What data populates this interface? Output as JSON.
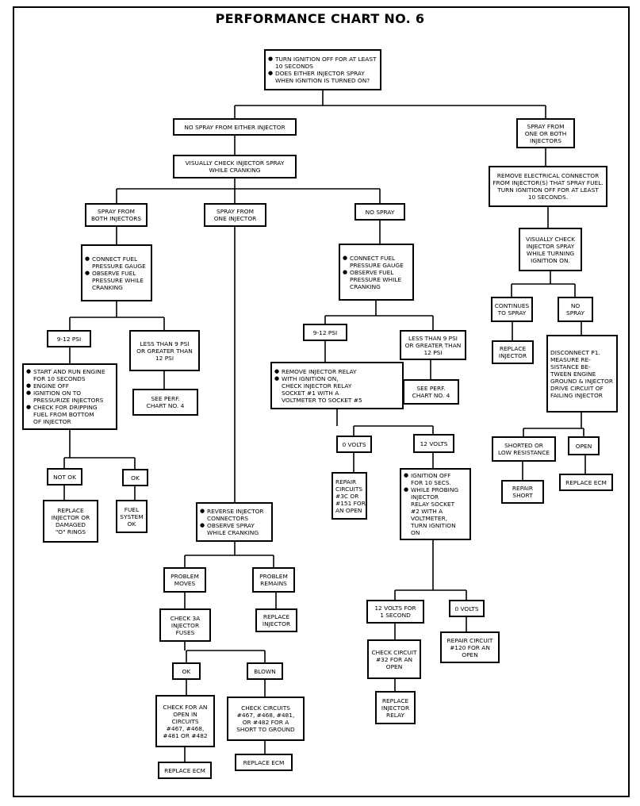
{
  "title": "PERFORMANCE CHART NO. 6",
  "nodes": {
    "start": {
      "bullets": [
        [
          "TURN IGNITION OFF FOR AT LEAST",
          "10 SECONDS"
        ],
        [
          "DOES EITHER INJECTOR SPRAY",
          "WHEN IGNITION IS TURNED ON?"
        ]
      ]
    },
    "no_spray_either": {
      "lines": [
        "NO SPRAY FROM EITHER INJECTOR"
      ]
    },
    "spray_one_or_both": {
      "lines": [
        "SPRAY FROM",
        "ONE OR BOTH",
        "INJECTORS"
      ]
    },
    "visually_check_cranking": {
      "lines": [
        "VISUALLY CHECK INJECTOR SPRAY",
        "WHILE CRANKING"
      ]
    },
    "spray_both": {
      "lines": [
        "SPRAY FROM",
        "BOTH INJECTORS"
      ]
    },
    "spray_one": {
      "lines": [
        "SPRAY FROM",
        "ONE INJECTOR"
      ]
    },
    "no_spray": {
      "lines": [
        "NO SPRAY"
      ]
    },
    "remove_connector": {
      "lines": [
        "REMOVE ELECTRICAL CONNECTOR",
        "FROM INJECTOR(S) THAT SPRAY FUEL.",
        "TURN IGNITION OFF FOR AT LEAST",
        "10 SECONDS."
      ]
    },
    "connect_gauge_left": {
      "bullets": [
        [
          "CONNECT FUEL",
          "PRESSURE GAUGE"
        ],
        [
          "OBSERVE FUEL",
          "PRESSURE WHILE",
          "CRANKING"
        ]
      ]
    },
    "connect_gauge_mid": {
      "bullets": [
        [
          "CONNECT FUEL",
          "PRESSURE GAUGE"
        ],
        [
          "OBSERVE FUEL",
          "PRESSURE WHILE",
          "CRANKING"
        ]
      ]
    },
    "visually_check_ignition": {
      "lines": [
        "VISUALLY CHECK",
        "INJECTOR SPRAY",
        "WHILE TURNING",
        "IGNITION ON."
      ]
    },
    "continues_spray": {
      "lines": [
        "CONTINUES",
        "TO SPRAY"
      ]
    },
    "no_spray_right": {
      "lines": [
        "NO",
        "SPRAY"
      ]
    },
    "psi_left": {
      "lines": [
        "9-12 PSI"
      ]
    },
    "less_left": {
      "lines": [
        "LESS THAN 9 PSI",
        "OR GREATER THAN",
        "12 PSI"
      ]
    },
    "psi_mid": {
      "lines": [
        "9-12 PSI"
      ]
    },
    "less_mid": {
      "lines": [
        "LESS THAN 9 PSI",
        "OR GREATER THAN",
        "12 PSI"
      ]
    },
    "replace_injector_right": {
      "lines": [
        "REPLACE",
        "INJECTOR"
      ]
    },
    "disconnect_p1": {
      "lines": [
        "DISCONNECT P1.",
        "MEASURE RE-",
        "SISTANCE BE-",
        "TWEEN ENGINE",
        "GROUND & INJECTOR",
        "DRIVE CIRCUIT OF",
        "FAILING INJECTOR"
      ]
    },
    "start_run": {
      "bullets": [
        [
          "START AND RUN ENGINE",
          "FOR 10 SECONDS"
        ],
        [
          "ENGINE OFF"
        ],
        [
          "IGNITION ON TO",
          "PRESSURIZE INJECTORS"
        ],
        [
          "CHECK FOR DRIPPING",
          "FUEL FROM BOTTOM",
          "OF INJECTOR"
        ]
      ]
    },
    "see_perf_left": {
      "lines": [
        "SEE PERF.",
        "CHART NO. 4"
      ]
    },
    "remove_relay": {
      "bullets": [
        [
          "REMOVE INJECTOR RELAY"
        ],
        [
          "WITH IGNITION ON,",
          "CHECK INJECTOR RELAY",
          "SOCKET #1 WITH A",
          "VOLTMETER TO SOCKET #5"
        ]
      ]
    },
    "see_perf_mid": {
      "lines": [
        "SEE PERF.",
        "CHART NO. 4"
      ]
    },
    "shorted": {
      "lines": [
        "SHORTED OR",
        "LOW RESISTANCE"
      ]
    },
    "open_right": {
      "lines": [
        "OPEN"
      ]
    },
    "zero_volts_mid": {
      "lines": [
        "0 VOLTS"
      ]
    },
    "twelve_volts_mid": {
      "lines": [
        "12 VOLTS"
      ]
    },
    "repair_short": {
      "lines": [
        "REPAIR",
        "SHORT"
      ]
    },
    "replace_ecm_right": {
      "lines": [
        "REPLACE ECM"
      ]
    },
    "not_ok": {
      "lines": [
        "NOT OK"
      ]
    },
    "ok_left": {
      "lines": [
        "OK"
      ]
    },
    "repair_3c": {
      "lines": [
        "REPAIR",
        "CIRCUITS",
        "#3C OR",
        "#151 FOR",
        "AN OPEN"
      ]
    },
    "replace_oring": {
      "lines": [
        "REPLACE",
        "INJECTOR OR",
        "DAMAGED",
        "\"O\" RINGS"
      ]
    },
    "fuel_ok": {
      "lines": [
        "FUEL",
        "SYSTEM",
        "OK"
      ]
    },
    "ignition_off_probe": {
      "bullets": [
        [
          "IGNITION OFF",
          "FOR 10 SECS."
        ],
        [
          "WHILE PROBING",
          "INJECTOR",
          "RELAY SOCKET",
          "#2 WITH A",
          "VOLTMETER,",
          "TURN IGNITION",
          "ON"
        ]
      ]
    },
    "reverse_connectors": {
      "bullets": [
        [
          "REVERSE INJECTOR",
          "CONNECTORS"
        ],
        [
          "OBSERVE SPRAY",
          "WHILE CRANKING"
        ]
      ]
    },
    "problem_moves": {
      "lines": [
        "PROBLEM",
        "MOVES"
      ]
    },
    "problem_remains": {
      "lines": [
        "PROBLEM",
        "REMAINS"
      ]
    },
    "check_3a": {
      "lines": [
        "CHECK 3A",
        "INJECTOR",
        "FUSES"
      ]
    },
    "replace_injector_mid": {
      "lines": [
        "REPLACE",
        "INJECTOR"
      ]
    },
    "twelve_volts_1s": {
      "lines": [
        "12 VOLTS FOR",
        "1 SECOND"
      ]
    },
    "zero_volts_low": {
      "lines": [
        "0 VOLTS"
      ]
    },
    "ok_mid": {
      "lines": [
        "OK"
      ]
    },
    "blown": {
      "lines": [
        "BLOWN"
      ]
    },
    "check_32": {
      "lines": [
        "CHECK CIRCUIT",
        "#32 FOR AN",
        "OPEN"
      ]
    },
    "repair_120": {
      "lines": [
        "REPAIR CIRCUIT",
        "#120 FOR AN",
        "OPEN"
      ]
    },
    "check_open": {
      "lines": [
        "CHECK FOR AN",
        "OPEN IN",
        "CIRCUITS",
        "#467, #468,",
        "#481 OR #482"
      ]
    },
    "check_circuits": {
      "lines": [
        "CHECK CIRCUITS",
        "#467, #468, #481,",
        "OR #482 FOR A",
        "SHORT TO GROUND"
      ]
    },
    "replace_relay": {
      "lines": [
        "REPLACE",
        "INJECTOR",
        "RELAY"
      ]
    },
    "replace_ecm_a": {
      "lines": [
        "REPLACE ECM"
      ]
    },
    "replace_ecm_b": {
      "lines": [
        "REPLACE ECM"
      ]
    }
  }
}
